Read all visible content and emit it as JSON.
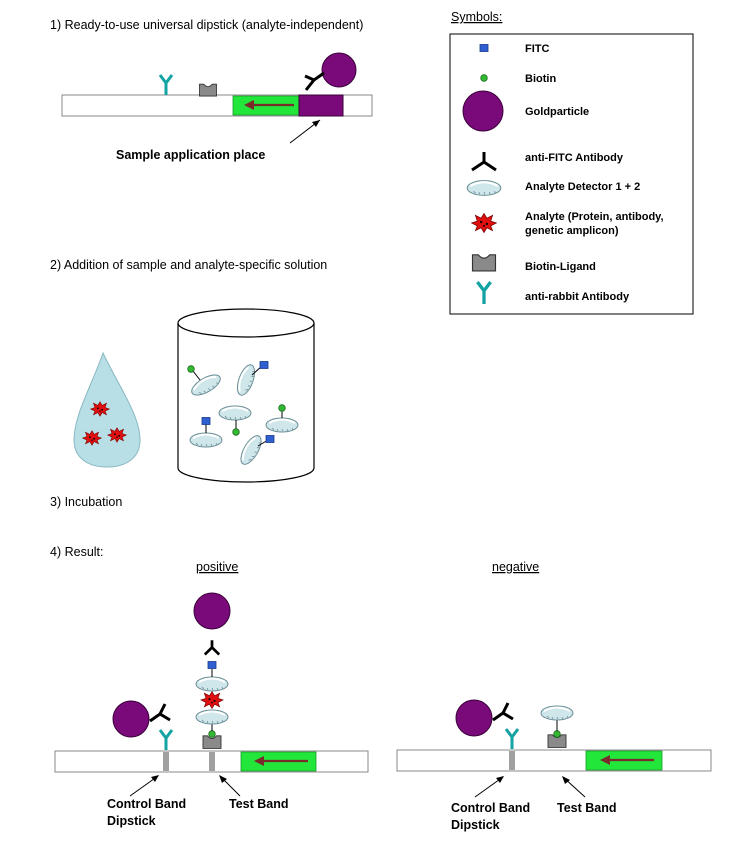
{
  "steps": {
    "step1": "1) Ready-to-use universal dipstick (analyte-independent)",
    "step2": "2) Addition of sample and analyte-specific solution",
    "step3": "3) Incubation",
    "step4": "4) Result:"
  },
  "sample_label": "Sample application place",
  "legend": {
    "title": "Symbols:",
    "items": [
      {
        "icon": "fitc-icon",
        "label": "FITC"
      },
      {
        "icon": "biotin-icon",
        "label": "Biotin"
      },
      {
        "icon": "goldparticle-icon",
        "label": "Goldparticle"
      },
      {
        "icon": "anti-fitc-antibody-icon",
        "label": "anti-FITC Antibody"
      },
      {
        "icon": "analyte-detector-icon",
        "label": "Analyte Detector 1 + 2"
      },
      {
        "icon": "analyte-icon",
        "label_line1": "Analyte (Protein, antibody,",
        "label_line2": "genetic amplicon)"
      },
      {
        "icon": "biotin-ligand-icon",
        "label": "Biotin-Ligand"
      },
      {
        "icon": "anti-rabbit-antibody-icon",
        "label": "anti-rabbit Antibody"
      }
    ]
  },
  "result": {
    "positive": "positive",
    "negative": "negative",
    "control_band_line1": "Control Band",
    "control_band_line2": "Dipstick",
    "test_band": "Test Band"
  },
  "colors": {
    "gold": "#7a0a7a",
    "fitc": "#2f5fd0",
    "biotin": "#33b833",
    "green_pad": "#22e63a",
    "arrow": "#7a2b2b",
    "teal": "#13a3a3",
    "analyte": "#e01010",
    "detector": "#cfe6ea"
  }
}
